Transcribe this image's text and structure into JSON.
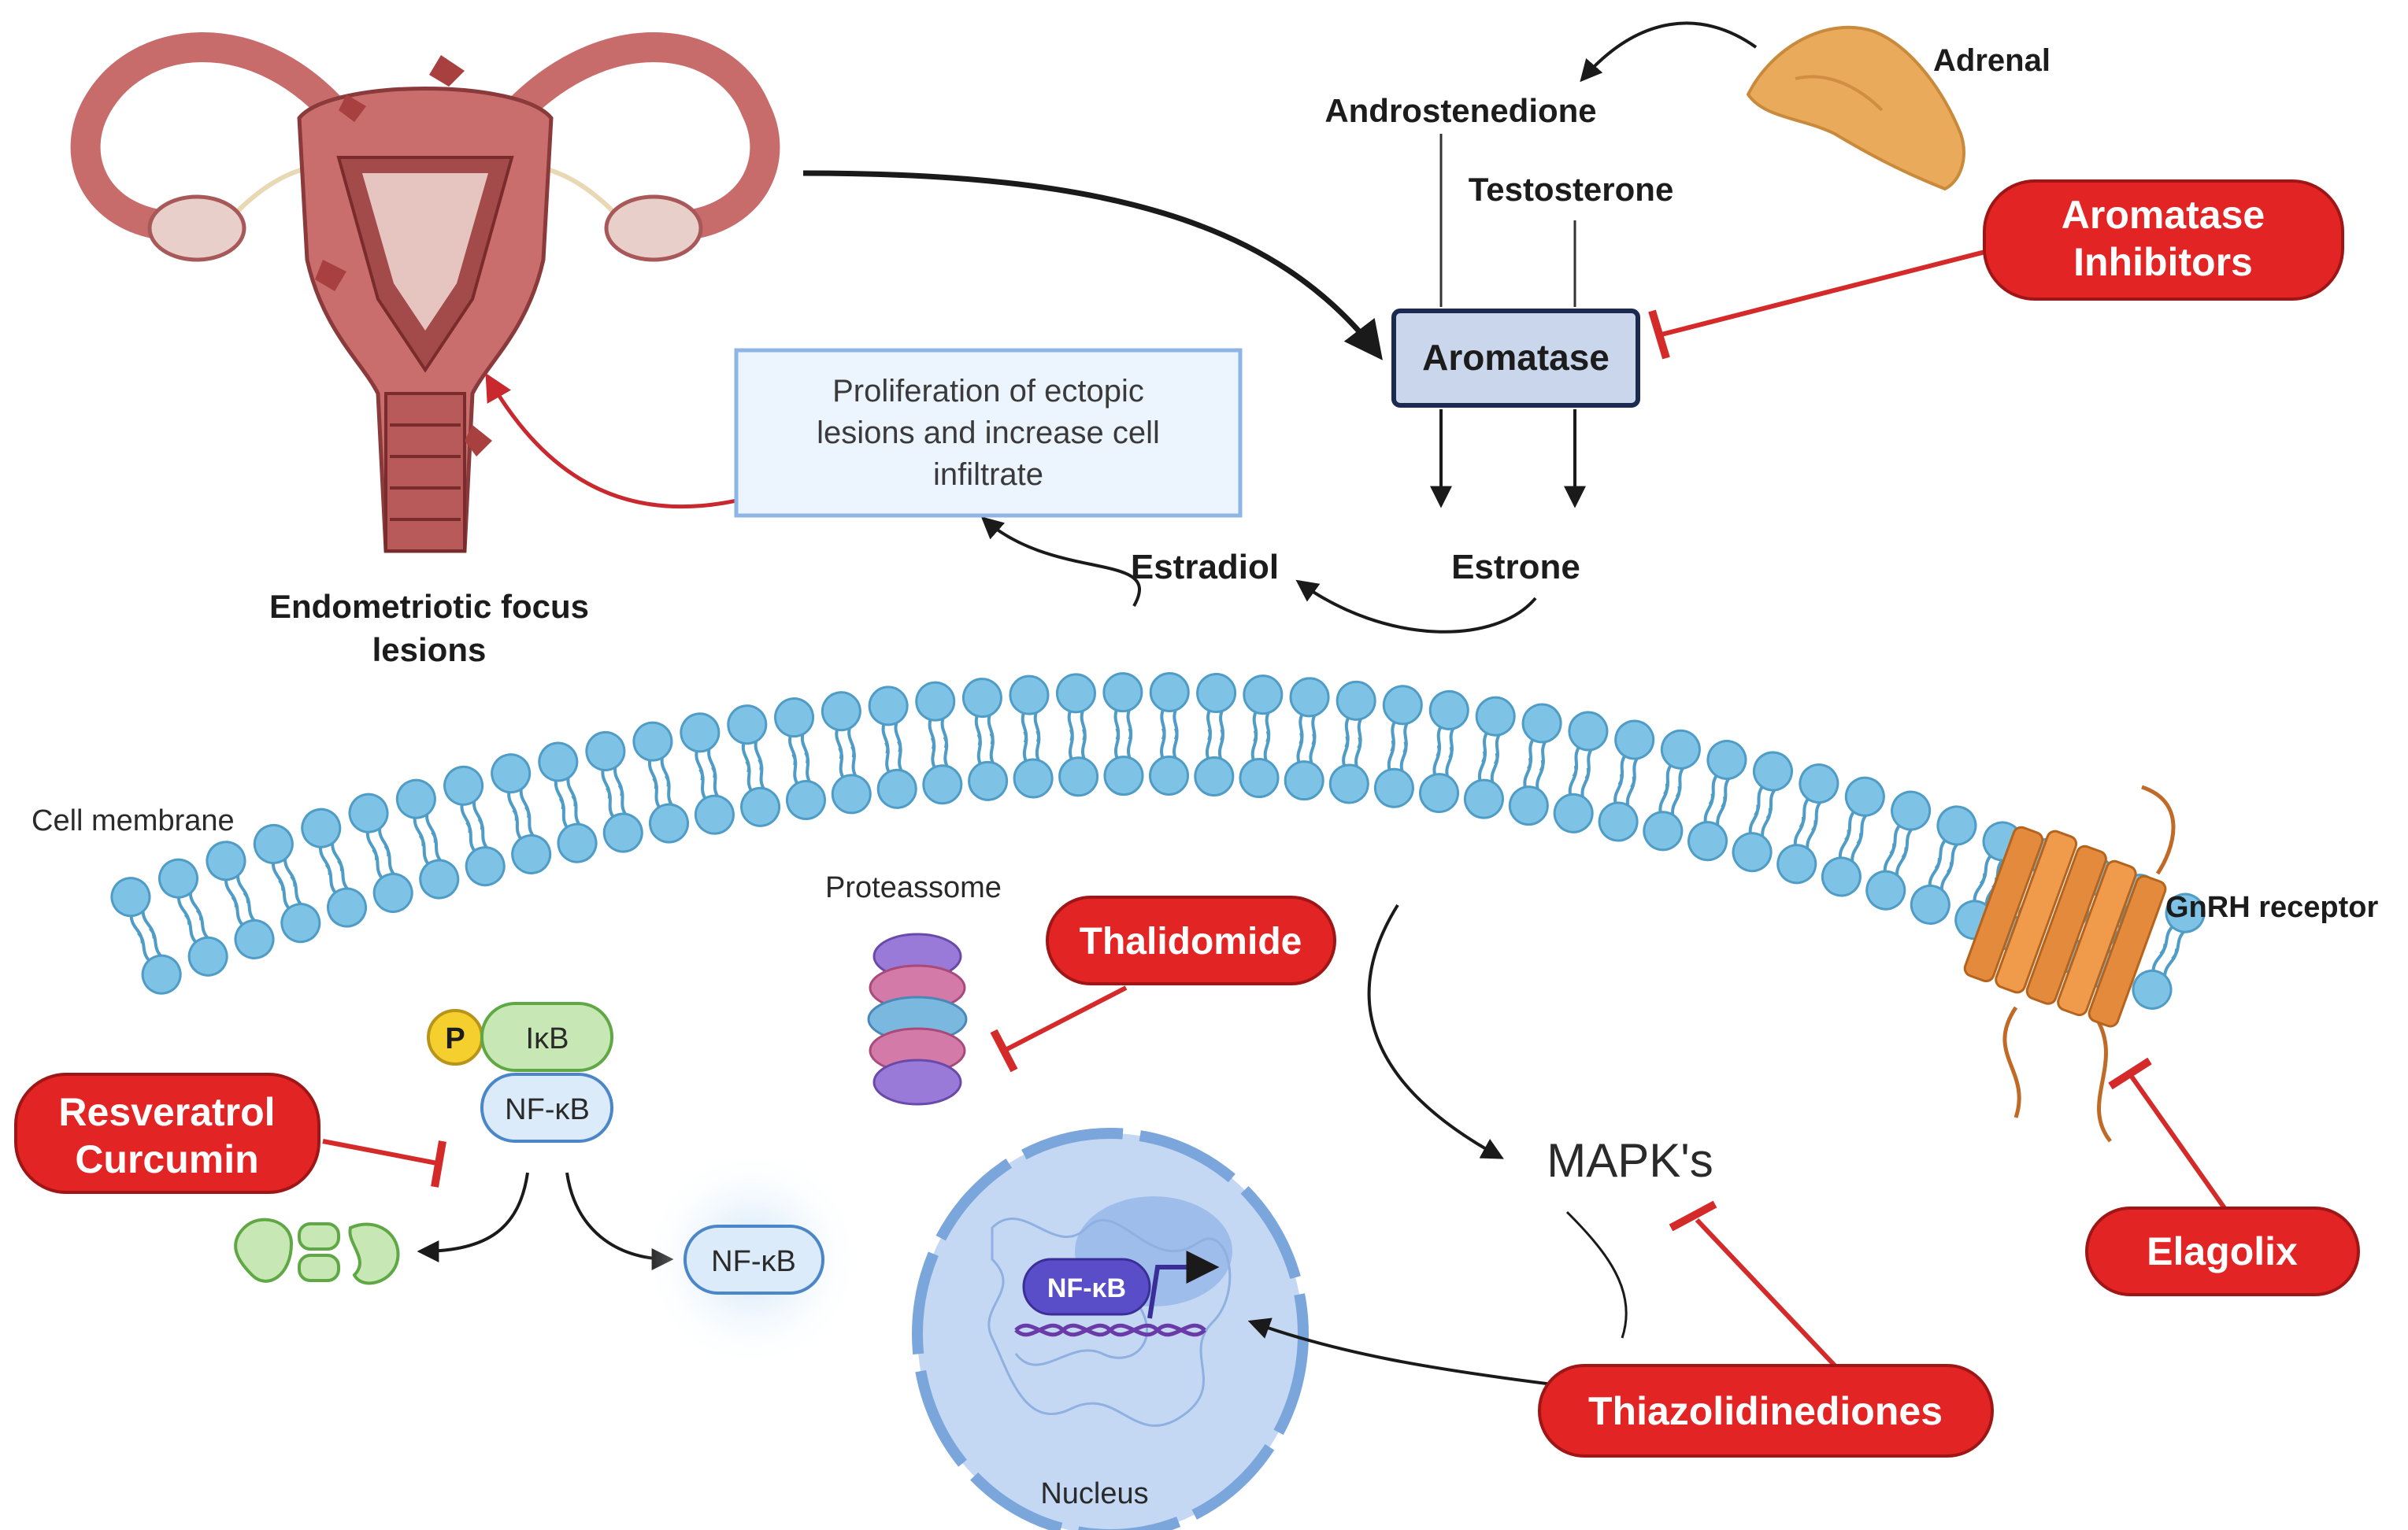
{
  "labels": {
    "adrenal": "Adrenal",
    "androstenedione": "Androstenedione",
    "testosterone": "Testosterone",
    "aromatase": "Aromatase",
    "estradiol": "Estradiol",
    "estrone": "Estrone",
    "lesions_line1": "Endometriotic focus",
    "lesions_line2": "lesions",
    "proliferation_line1": "Proliferation of ectopic",
    "proliferation_line2": "lesions and increase cell",
    "proliferation_line3": "infiltrate",
    "cell_membrane": "Cell membrane",
    "proteassome": "Proteassome",
    "gnrh_receptor": "GnRH receptor",
    "p": "P",
    "ikb": "IκB",
    "nfkb_complex": "NF-κB",
    "nfkb_free": "NF-κB",
    "nfkb_nucleus": "NF-κB",
    "mapks": "MAPK's",
    "nucleus": "Nucleus"
  },
  "drugs": {
    "aromatase_inhibitors_line1": "Aromatase",
    "aromatase_inhibitors_line2": "Inhibitors",
    "thalidomide": "Thalidomide",
    "resveratrol": "Resveratrol",
    "curcumin": "Curcumin",
    "elagolix": "Elagolix",
    "thiazolidinediones": "Thiazolidinediones"
  },
  "colors": {
    "drug_fill": "#e32424",
    "inhibit_line": "#d42a2a",
    "membrane": "#7ec3e6",
    "aromatase_box": "#c9d6ec",
    "uterus": "#c96d6d",
    "adrenal": "#e9aa5c",
    "receptor": "#e48a3c",
    "nucleus": "#c4d8f3",
    "ikb": "#c7e8b4",
    "nfkb": "#dcebfa"
  }
}
